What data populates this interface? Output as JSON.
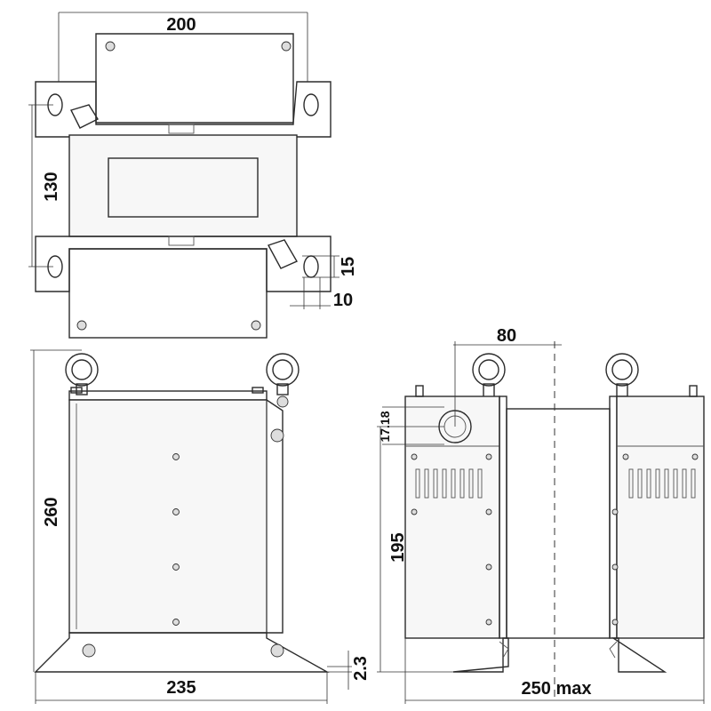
{
  "drawing": {
    "top_view": {
      "width_label": "200",
      "height_label": "130",
      "slot_offset_label": "15",
      "slot_width_label": "10"
    },
    "front_view": {
      "height_label": "260",
      "base_width_label": "235",
      "base_thickness_label": "2.3"
    },
    "side_view": {
      "bolt_spacing_label": "80",
      "hole_offset_label": "17.18",
      "mount_height_label": "195",
      "overall_width_label": "250 max"
    }
  }
}
